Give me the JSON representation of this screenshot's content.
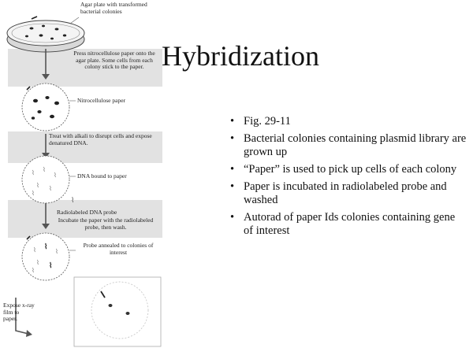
{
  "slide": {
    "title": "Hybridization",
    "bullets": [
      "Fig. 29-11",
      "Bacterial colonies containing plasmid library are grown up",
      "“Paper” is used to pick up cells of each colony",
      "Paper is incubated in radiolabeled probe and washed",
      "Autorad of paper Ids colonies containing gene of interest"
    ]
  },
  "figure": {
    "label_agar": "Agar plate with transformed bacterial colonies",
    "step_press": "Press nitrocellulose paper onto the agar plate. Some cells from each colony stick to the paper.",
    "label_nitro": "Nitrocellulose paper",
    "step_alkali": "Treat with alkali to disrupt cells and expose denatured DNA.",
    "label_dna": "DNA bound to paper",
    "label_probe": "Radiolabeled DNA probe",
    "step_incubate": "Incubate the paper with the radiolabeled probe, then wash.",
    "label_annealed": "Probe annealed to colonies of interest",
    "step_expose": "Expose x-ray film to paper."
  }
}
